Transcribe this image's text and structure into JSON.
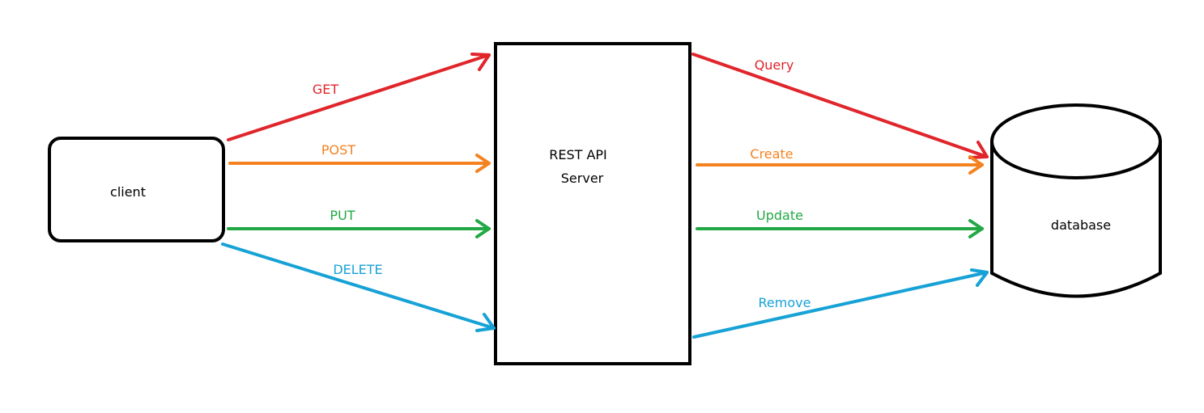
{
  "nodes": {
    "client": {
      "label": "client"
    },
    "server": {
      "label_line1": "REST API",
      "label_line2": "Server"
    },
    "database": {
      "label": "database"
    }
  },
  "edges_client_to_server": [
    {
      "label": "GET",
      "color": "#e0252b"
    },
    {
      "label": "POST",
      "color": "#f58220"
    },
    {
      "label": "PUT",
      "color": "#22a844"
    },
    {
      "label": "DELETE",
      "color": "#17a2d6"
    }
  ],
  "edges_server_to_database": [
    {
      "label": "Query",
      "color": "#e0252b"
    },
    {
      "label": "Create",
      "color": "#f58220"
    },
    {
      "label": "Update",
      "color": "#22a844"
    },
    {
      "label": "Remove",
      "color": "#17a2d6"
    }
  ]
}
